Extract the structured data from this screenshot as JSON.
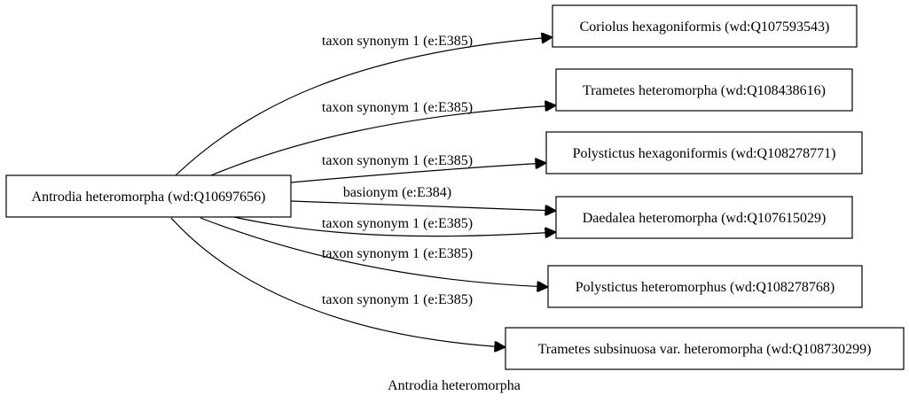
{
  "graph": {
    "caption": "Antrodia heteromorpha",
    "source_node": "Antrodia heteromorpha (wd:Q10697656)",
    "targets": [
      {
        "label": "Coriolus hexagoniformis (wd:Q107593543)",
        "edge_label": "taxon synonym 1 (e:E385)"
      },
      {
        "label": "Trametes heteromorpha (wd:Q108438616)",
        "edge_label": "taxon synonym 1 (e:E385)"
      },
      {
        "label": "Polystictus hexagoniformis (wd:Q108278771)",
        "edge_label": "taxon synonym 1 (e:E385)"
      },
      {
        "label": "Daedalea heteromorpha (wd:Q107615029)",
        "edge_label": "basionym (e:E384)"
      },
      {
        "label": "Daedalea heteromorpha (wd:Q107615029)",
        "edge_label": "taxon synonym 1 (e:E385)"
      },
      {
        "label": "Polystictus heteromorphus (wd:Q108278768)",
        "edge_label": "taxon synonym 1 (e:E385)"
      },
      {
        "label": "Trametes subsinuosa var. heteromorpha (wd:Q108730299)",
        "edge_label": "taxon synonym 1 (e:E385)"
      }
    ]
  }
}
